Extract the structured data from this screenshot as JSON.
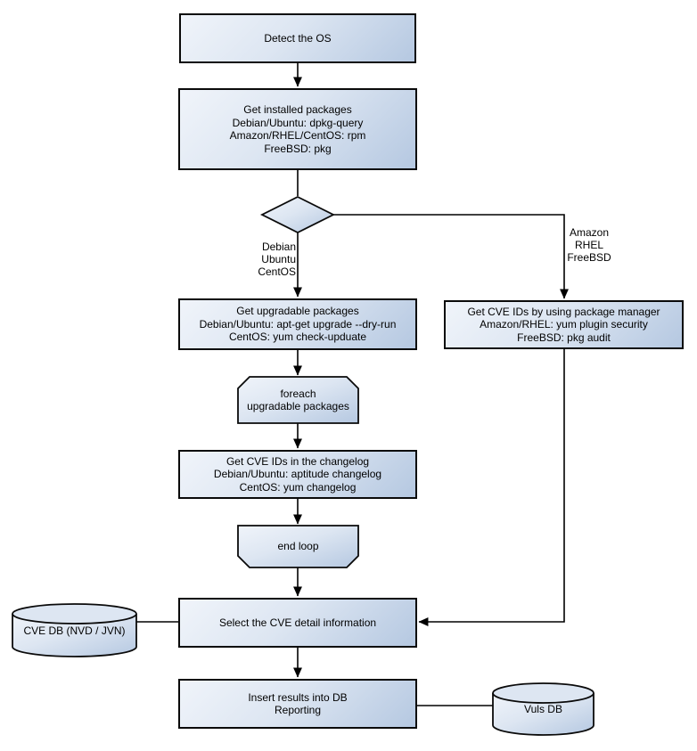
{
  "diagram_type": "flowchart",
  "nodes": {
    "detect_os": {
      "type": "process",
      "label": "Detect the OS"
    },
    "get_installed_packages": {
      "type": "process",
      "label": "Get installed packages\nDebian/Ubuntu: dpkg-query\nAmazon/RHEL/CentOS: rpm\nFreeBSD: pkg"
    },
    "os_decision": {
      "type": "decision",
      "label": ""
    },
    "get_upgradable_packages": {
      "type": "process",
      "label": "Get upgradable packages\nDebian/Ubuntu: apt-get upgrade --dry-run\nCentOS: yum check-upduate"
    },
    "get_cve_ids_package_manager": {
      "type": "process",
      "label": "Get CVE IDs by using package manager\nAmazon/RHEL: yum plugin security\nFreeBSD: pkg audit"
    },
    "foreach_loop_start": {
      "type": "loop-start",
      "label": "foreach\nupgradable packages"
    },
    "get_cve_ids_changelog": {
      "type": "process",
      "label": "Get CVE IDs in the changelog\nDebian/Ubuntu: aptitude changelog\nCentOS: yum changelog"
    },
    "end_loop": {
      "type": "loop-end",
      "label": "end loop"
    },
    "select_cve_detail": {
      "type": "process",
      "label": "Select the CVE detail information"
    },
    "cve_db": {
      "type": "database",
      "label": "CVE DB (NVD / JVN)"
    },
    "insert_results": {
      "type": "process",
      "label": "Insert results into DB\nReporting"
    },
    "vuls_db": {
      "type": "database",
      "label": "Vuls DB"
    }
  },
  "edge_labels": {
    "left_branch": "Debian\nUbuntu\nCentOS",
    "right_branch": "Amazon\nRHEL\nFreeBSD"
  },
  "colors": {
    "background": "#ffffff",
    "node_fill_light": "#f0f4fa",
    "node_fill_dark": "#b5c8e1",
    "cylinder_top_fill": "#dde6f2",
    "node_border": "#0a0a0a",
    "connector": "#000000",
    "text": "#000000"
  }
}
